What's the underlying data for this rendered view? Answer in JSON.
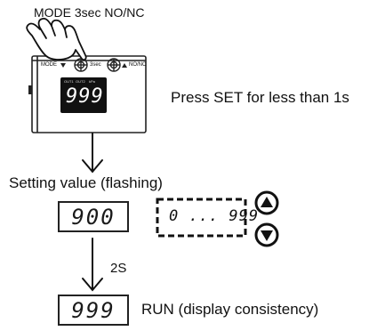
{
  "top_instruction": "MODE 3sec NO/NC",
  "device": {
    "label_mode": "MODE",
    "label_3sec": "3sec",
    "label_nonc": "NO/NC",
    "ind_1": "OUT1",
    "ind_2": "OUT2",
    "ind_3": "kPa",
    "display_value": "999"
  },
  "press_set_text": "Press SET for less than 1s",
  "setting_label": "Setting value (flashing)",
  "setting_value": "900",
  "range_text": "0 ... 999",
  "step_time_label": "2S",
  "run_value": "999",
  "run_label": "RUN (display consistency)",
  "icons": [
    "hand-pointer-icon",
    "crosshair-button-icon",
    "triangle-down-icon",
    "triangle-up-icon",
    "up-button-icon",
    "down-button-icon",
    "arrow-down-icon"
  ]
}
